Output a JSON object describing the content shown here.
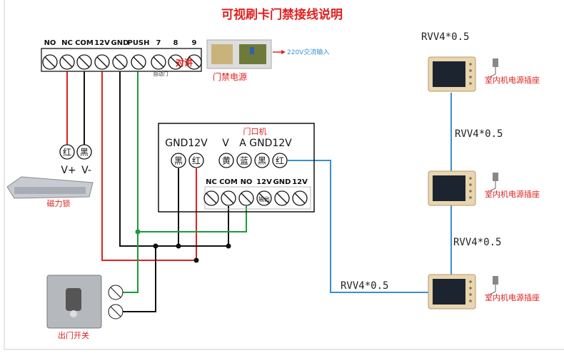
{
  "title": "可视刷卡门禁接线说明",
  "colors": {
    "title": "#e02020",
    "wire_red": "#e02020",
    "wire_black": "#111111",
    "wire_green": "#1a9a3a",
    "wire_blue": "#3a8fd0"
  },
  "controller_terminals": [
    "NO",
    "NC",
    "COM",
    "12V",
    "GND",
    "PUSH",
    "7",
    "8",
    "9"
  ],
  "intercom_label": "对讲",
  "auto_door_label": "自动门",
  "power_supply": {
    "label": "门禁电源",
    "input": "220V交流输入"
  },
  "lock": {
    "plus_color": "红",
    "minus_color": "黑",
    "plus": "V+",
    "minus": "V-",
    "label": "磁力锁"
  },
  "door_unit": {
    "title": "门口机",
    "top_left": "GND12V",
    "top_v": "V",
    "top_right": "A GND12V",
    "top_wires": [
      "黑",
      "红",
      "黄",
      "蓝",
      "黑",
      "红"
    ],
    "bottom_terminals": [
      "NC",
      "COM",
      "NO",
      "12V",
      "GND",
      "12V"
    ],
    "output_label": "输出"
  },
  "exit_button": {
    "label": "出门开关"
  },
  "cable": "RVV4*0.5",
  "indoor": {
    "label": "室内机电源插座"
  }
}
